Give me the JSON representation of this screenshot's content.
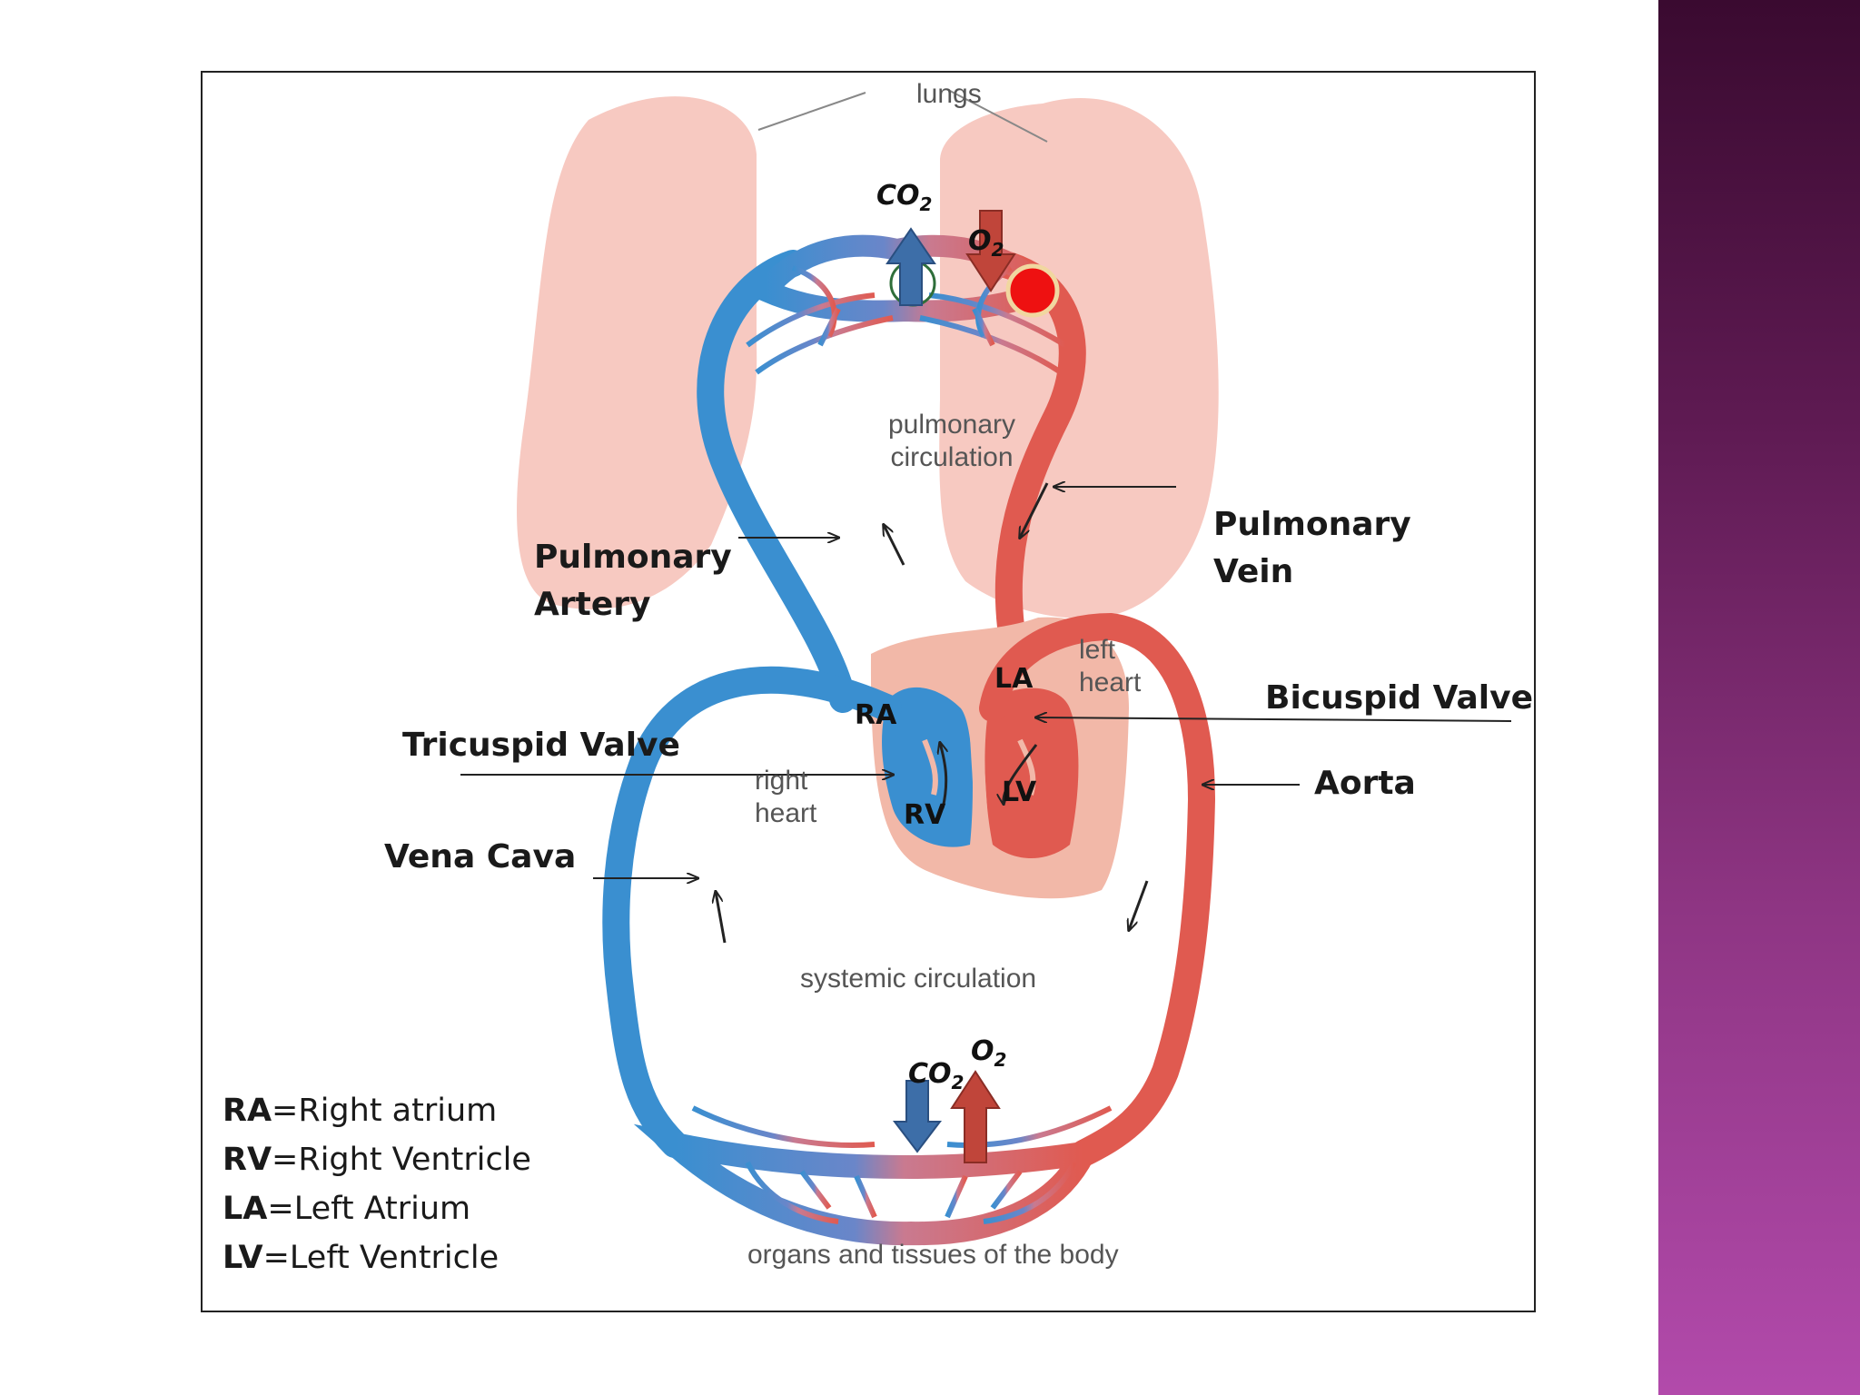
{
  "labels": {
    "lungs": "lungs",
    "pulmonary_circulation_1": "pulmonary",
    "pulmonary_circulation_2": "circulation",
    "left_heart_1": "left",
    "left_heart_2": "heart",
    "right_heart_1": "right",
    "right_heart_2": "heart",
    "systemic_circulation": "systemic circulation",
    "organs": "organs and tissues of the body"
  },
  "callouts": {
    "pulmonary_artery_1": "Pulmonary",
    "pulmonary_artery_2": "Artery",
    "pulmonary_vein_1": "Pulmonary",
    "pulmonary_vein_2": "Vein",
    "bicuspid_valve": "Bicuspid Valve",
    "tricuspid_valve": "Tricuspid Valve",
    "aorta": "Aorta",
    "vena_cava": "Vena Cava"
  },
  "chambers": {
    "ra": "RA",
    "rv": "RV",
    "la": "LA",
    "lv": "LV"
  },
  "gases": {
    "co2_base": "CO",
    "co2_sub": "2",
    "o2_base": "O",
    "o2_sub": "2"
  },
  "legend": [
    {
      "abbr": "RA",
      "text": "=Right atrium"
    },
    {
      "abbr": "RV",
      "text": "=Right Ventricle"
    },
    {
      "abbr": "LA",
      "text": "=Left Atrium"
    },
    {
      "abbr": "LV",
      "text": "=Left Ventricle"
    }
  ],
  "colors": {
    "deoxygenated": "#3a8fd0",
    "oxygenated": "#e05a50",
    "lung": "#f7c9c1",
    "heart": "#f2b8a8",
    "accent_band": "#8e3583"
  }
}
